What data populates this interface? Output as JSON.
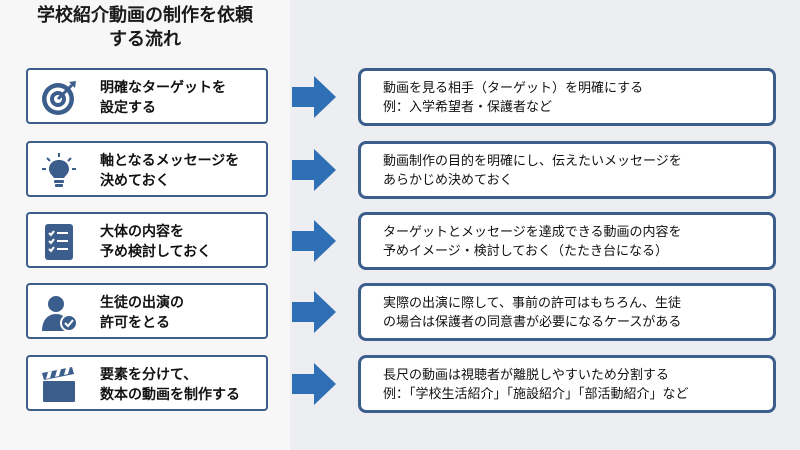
{
  "title": {
    "line1": "学校紹介動画の制作を依頼",
    "line2": "する流れ"
  },
  "accent_color": "#3c5e8c",
  "arrow_color": "#2f6fb5",
  "steps": [
    {
      "icon": "target-icon",
      "label_lines": [
        "明確なターゲットを",
        "設定する"
      ],
      "desc_lines": [
        "動画を見る相手（ターゲット）を明確にする",
        "例：入学希望者・保護者など"
      ]
    },
    {
      "icon": "lightbulb-icon",
      "label_lines": [
        "軸となるメッセージを",
        "決めておく"
      ],
      "desc_lines": [
        "動画制作の目的を明確にし、伝えたいメッセージを",
        "あらかじめ決めておく"
      ]
    },
    {
      "icon": "checklist-icon",
      "label_lines": [
        "大体の内容を",
        "予め検討しておく"
      ],
      "desc_lines": [
        "ターゲットとメッセージを達成できる動画の内容を",
        "予めイメージ・検討しておく（たたき台になる）"
      ]
    },
    {
      "icon": "user-check-icon",
      "label_lines": [
        "生徒の出演の",
        "許可をとる"
      ],
      "desc_lines": [
        "実際の出演に際して、事前の許可はもちろん、生徒",
        "の場合は保護者の同意書が必要になるケースがある"
      ]
    },
    {
      "icon": "clapperboard-icon",
      "label_lines": [
        "要素を分けて、",
        "数本の動画を制作する"
      ],
      "desc_lines": [
        "長尺の動画は視聴者が離脱しやすいため分割する",
        "例：「学校生活紹介」「施設紹介」「部活動紹介」など"
      ]
    }
  ]
}
